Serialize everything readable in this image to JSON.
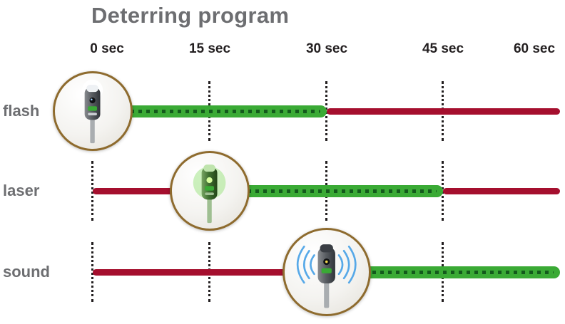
{
  "title": "Deterring program",
  "axis": {
    "unit": "sec",
    "range_seconds": [
      0,
      60
    ],
    "ticks": [
      {
        "label": "0 sec",
        "seconds": 0
      },
      {
        "label": "15 sec",
        "seconds": 15
      },
      {
        "label": "30 sec",
        "seconds": 30
      },
      {
        "label": "45 sec",
        "seconds": 45
      },
      {
        "label": "60 sec",
        "seconds": 60
      }
    ]
  },
  "rows": [
    {
      "label": "flash",
      "icon": "flash-device-icon",
      "active_start_sec": 0,
      "active_end_sec": 30
    },
    {
      "label": "laser",
      "icon": "laser-device-icon",
      "active_start_sec": 15,
      "active_end_sec": 45
    },
    {
      "label": "sound",
      "icon": "sound-device-icon",
      "active_start_sec": 30,
      "active_end_sec": 60
    }
  ],
  "colors": {
    "active_green": "#3aaa35",
    "active_dotted_line": "#135a1c",
    "inactive_red": "#a50f2e",
    "circle_border_brown": "#8e6b2e",
    "label_gray": "#6d6e71",
    "tick_text": "#231f20",
    "sound_waves_blue": "#57a9e8"
  }
}
